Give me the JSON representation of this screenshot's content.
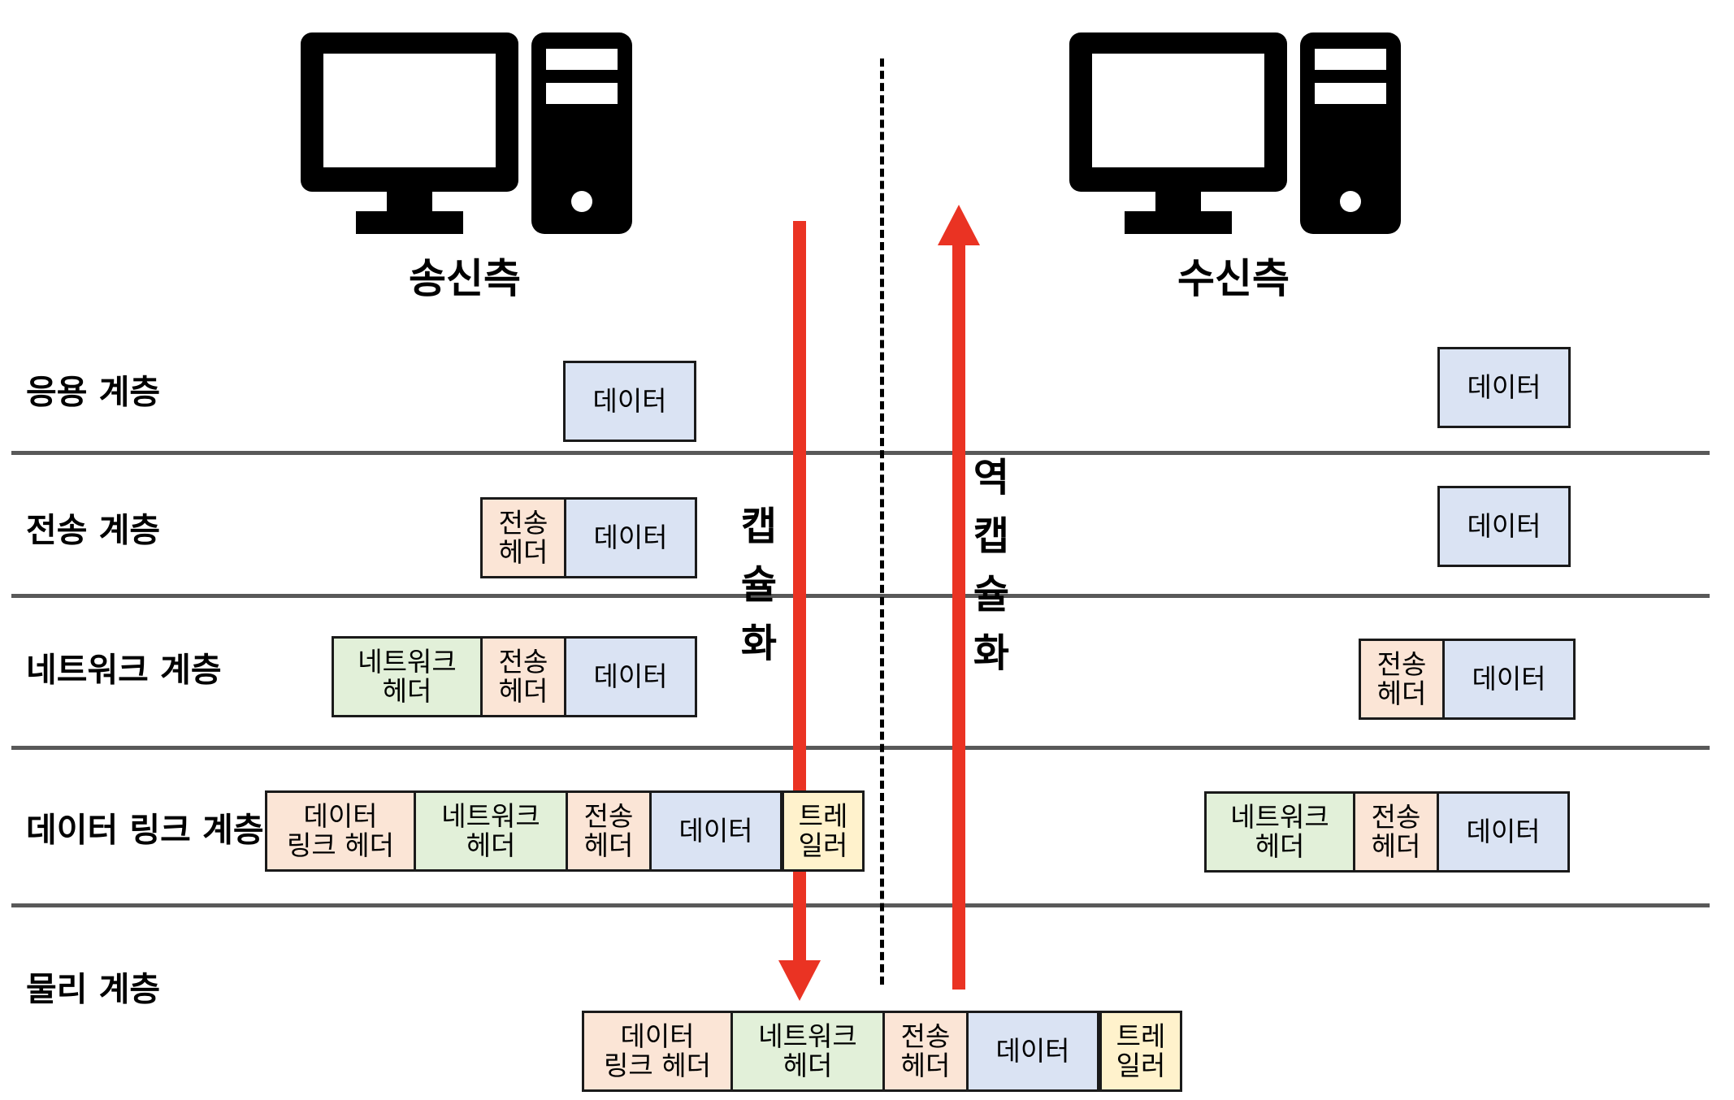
{
  "hosts": {
    "sender": {
      "label": "송신측",
      "icon": "desktop-computer-icon"
    },
    "receiver": {
      "label": "수신측",
      "icon": "desktop-computer-icon"
    }
  },
  "layers": {
    "application": "응용 계층",
    "transport": "전송 계층",
    "network": "네트워크 계층",
    "datalink": "데이터 링크 계층",
    "physical": "물리 계층"
  },
  "packet": {
    "data": "데이터",
    "transport_header": "전송\n헤더",
    "network_header": "네트워크\n헤더",
    "datalink_header": "데이터\n링크 헤더",
    "trailer": "트레\n일러"
  },
  "process": {
    "encapsulation": [
      "캡",
      "슐",
      "화"
    ],
    "decapsulation": [
      "역",
      "캡",
      "슐",
      "화"
    ]
  },
  "colors": {
    "data": "#dae3f3",
    "header_orange": "#fbe5d6",
    "header_green": "#e2f0d9",
    "trailer": "#fff2cc",
    "arrow": "#ea3323"
  }
}
